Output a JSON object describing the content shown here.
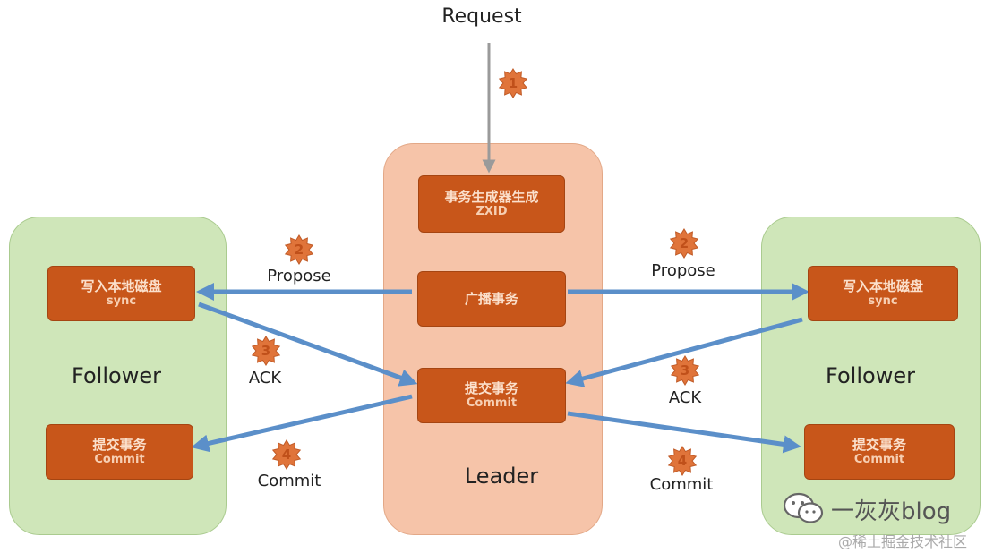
{
  "request": {
    "label": "Request",
    "step": "1"
  },
  "leader": {
    "title": "Leader",
    "zxid_box": {
      "line1": "事务生成器生成",
      "line2": "ZXID"
    },
    "broadcast_box": {
      "line1": "广播事务"
    },
    "commit_box": {
      "line1": "提交事务",
      "line2": "Commit"
    }
  },
  "follower_left": {
    "title": "Follower",
    "write_box": {
      "line1": "写入本地磁盘",
      "line2": "sync"
    },
    "commit_box": {
      "line1": "提交事务",
      "line2": "Commit"
    }
  },
  "follower_right": {
    "title": "Follower",
    "write_box": {
      "line1": "写入本地磁盘",
      "line2": "sync"
    },
    "commit_box": {
      "line1": "提交事务",
      "line2": "Commit"
    }
  },
  "left_labels": {
    "propose": {
      "text": "Propose",
      "step": "2"
    },
    "ack": {
      "text": "ACK",
      "step": "3"
    },
    "commit": {
      "text": "Commit",
      "step": "4"
    }
  },
  "right_labels": {
    "propose": {
      "text": "Propose",
      "step": "2"
    },
    "ack": {
      "text": "ACK",
      "step": "3"
    },
    "commit": {
      "text": "Commit",
      "step": "4"
    }
  },
  "watermark": {
    "name": "一灰灰blog",
    "site": "@稀土掘金技术社区"
  },
  "colors": {
    "follower_fill": "#cfe6b9",
    "leader_fill": "#f6c4a9",
    "box_fill": "#c8561a",
    "arrow": "#5b8fc9",
    "badge": "#e0743a"
  }
}
